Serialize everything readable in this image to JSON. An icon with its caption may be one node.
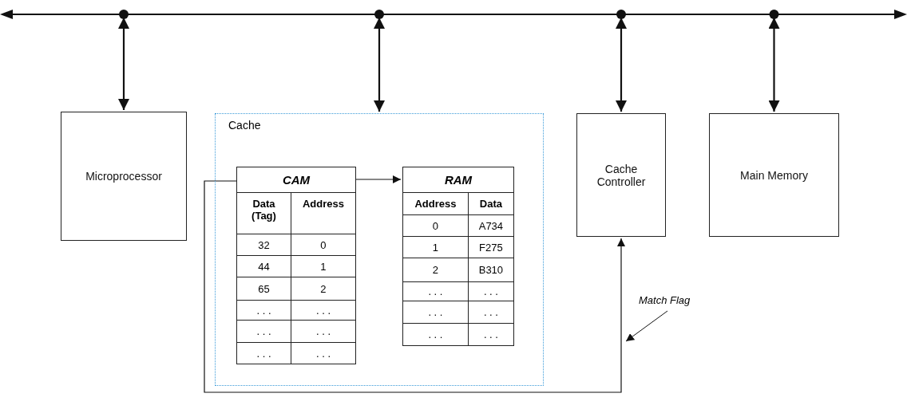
{
  "diagram": {
    "nodes": [
      {
        "text": [],
        "shape": "bar"
      },
      {
        "text": [
          "Microprocessor"
        ]
      },
      {
        "text": [
          "Cache"
        ]
      },
      {
        "text": [
          "CAM"
        ],
        "in": 2
      },
      {
        "text": [
          "RAM"
        ],
        "in": 2
      },
      {
        "text": [
          "Cache Controller"
        ]
      },
      {
        "text": [
          "Main Memory"
        ]
      },
      {
        "text": [
          "Match Flag"
        ]
      }
    ],
    "edges": [
      {
        "from": 0,
        "to": 1,
        "arrow": "both"
      },
      {
        "from": 0,
        "to": 2,
        "arrow": "both"
      },
      {
        "from": 0,
        "to": 5,
        "arrow": "both"
      },
      {
        "from": 0,
        "to": 6,
        "arrow": "both"
      },
      {
        "from": 3,
        "to": 4,
        "arrow": "to"
      },
      {
        "from": 3,
        "to": 5,
        "arrow": "to"
      },
      {
        "from": 7,
        "to": null,
        "arrow": "to"
      }
    ],
    "labels": [
      "Data (Tag)",
      "Address",
      "32",
      "0",
      "44",
      "1",
      "65",
      "2",
      ". . .",
      ". . .",
      ". . .",
      ". . .",
      ". . .",
      ". . .",
      "Address",
      "Data",
      "0",
      "A734",
      "1",
      "F275",
      "2",
      "B310",
      ". . .",
      ". . .",
      ". . .",
      ". . .",
      ". . .",
      ". . ."
    ]
  }
}
